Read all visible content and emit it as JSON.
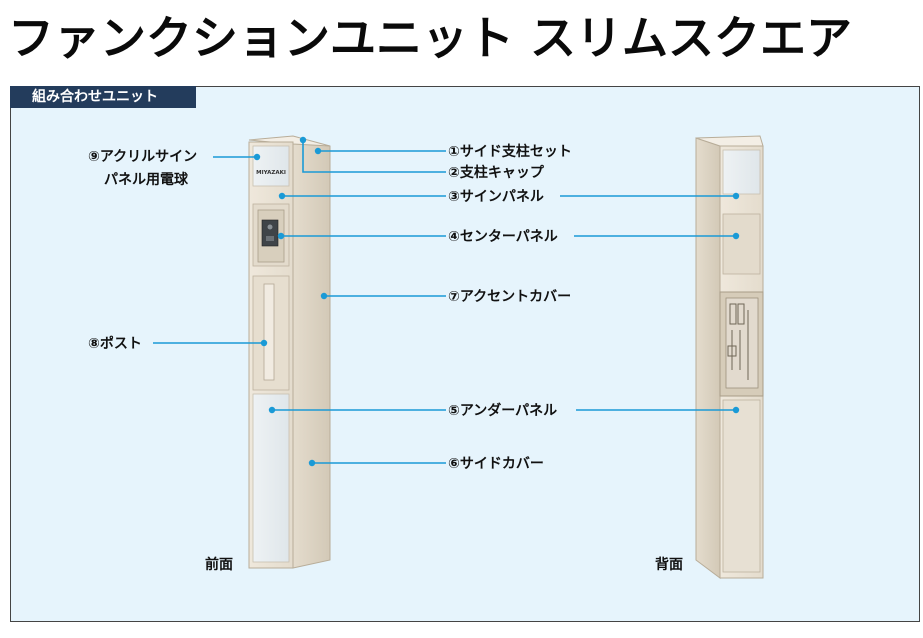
{
  "title": "ファンクションユニット スリムスクエア",
  "section_label": "組み合わせユニット",
  "brand_text": "MIYAZAKI",
  "colors": {
    "title": "#0a0a0a",
    "section_bg": "#233c5c",
    "panel_bg": "#e6f4fc",
    "leader_line": "#1a9ad6",
    "post_body": "#e9e1d4"
  },
  "labels": {
    "side_post_set": "①サイド支柱セット",
    "post_cap": "②支柱キャップ",
    "sign_panel": "③サインパネル",
    "center_panel": "④センターパネル",
    "under_panel": "⑤アンダーパネル",
    "side_cover": "⑥サイドカバー",
    "accent_cover": "⑦アクセントカバー",
    "post": "⑧ポスト",
    "acrylic_sign_line1": "⑨アクリルサイン",
    "acrylic_sign_line2": "パネル用電球"
  },
  "view_labels": {
    "front": "前面",
    "back": "背面"
  }
}
